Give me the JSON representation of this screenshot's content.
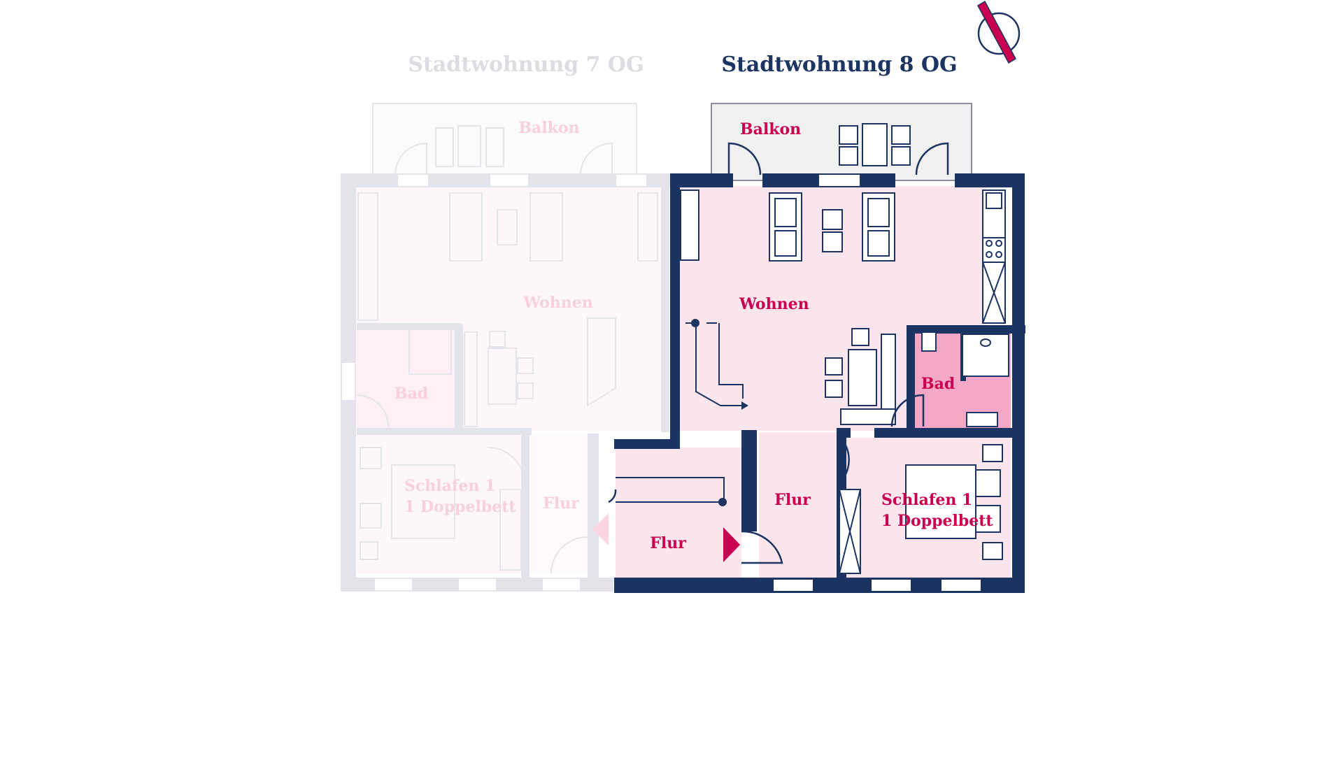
{
  "titles": {
    "left": "Stadtwohnung 7 OG",
    "right": "Stadtwohnung 8 OG"
  },
  "left_unit": {
    "balcony": "Balkon",
    "living": "Wohnen",
    "bath": "Bad",
    "bedroom_line1": "Schlafen 1",
    "bedroom_line2": "1 Doppelbett",
    "hall": "Flur"
  },
  "right_unit": {
    "balcony": "Balkon",
    "living": "Wohnen",
    "bath": "Bad",
    "bedroom_line1": "Schlafen 1",
    "bedroom_line2": "1 Doppelbett",
    "hall_center": "Flur",
    "hall_entry": "Flur"
  },
  "compass": {
    "icon": "compass-north-icon"
  },
  "colors": {
    "wall_active": "#1c3461",
    "accent": "#c8004f",
    "room_fill": "#fde5ee",
    "bath_fill": "#f5a8c6",
    "balcony_fill": "#f0f0f0",
    "title_active": "#1c3461",
    "title_faded": "#dcdde2",
    "wall_faded": "#e2e4ea",
    "label_faded": "#f7cfdd"
  }
}
